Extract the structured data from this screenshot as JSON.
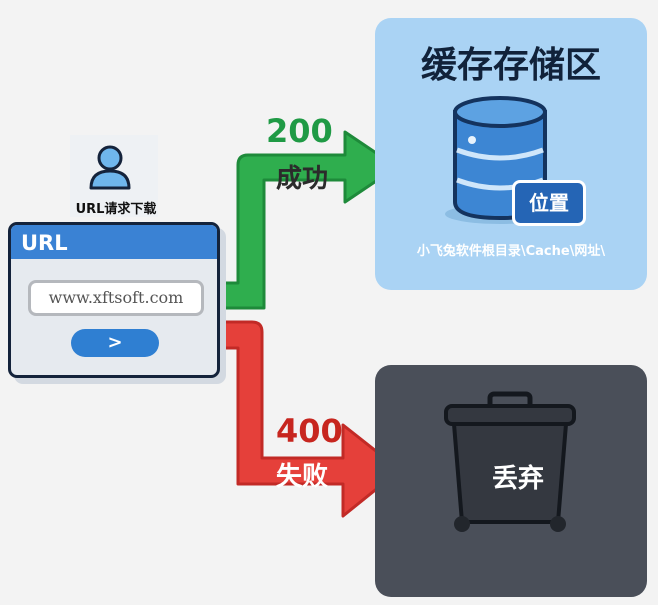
{
  "user": {
    "label": "URL请求下载"
  },
  "url_window": {
    "title": "URL",
    "input_value": "www.xftsoft.com",
    "go_button": ">"
  },
  "success": {
    "code": "200",
    "label": "成功"
  },
  "failure": {
    "code": "400",
    "label": "失败"
  },
  "cache": {
    "title": "缓存存储区",
    "badge": "位置",
    "path": "小飞兔软件根目录\\Cache\\网址\\"
  },
  "trash": {
    "label": "丢弃"
  },
  "colors": {
    "green": "#2fae4e",
    "red": "#e5403a",
    "blue": "#3a82d4",
    "cache_bg": "#aad3f4",
    "trash_bg": "#4a4f59"
  }
}
